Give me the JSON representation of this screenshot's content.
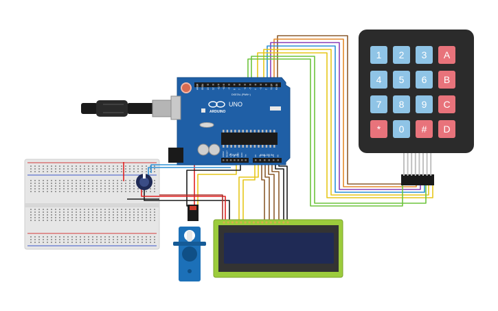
{
  "arduino": {
    "brand": "ARDUINO",
    "model": "UNO",
    "digital_label": "DIGITAL (PWM~)",
    "power_label": "POWER",
    "analog_label": "ANALOG IN",
    "digital_pins": [
      "AREF",
      "GND",
      "13",
      "12",
      "~11",
      "~10",
      "~9",
      "8",
      "7",
      "~6",
      "~5",
      "4",
      "~3",
      "2",
      "TX 1",
      "RX 0"
    ],
    "power_pins": [
      "IOREF",
      "RESET",
      "3.3V",
      "5V",
      "GND",
      "GND",
      "Vin"
    ],
    "analog_pins": [
      "A0",
      "A1",
      "A2",
      "A3",
      "A4",
      "A5"
    ],
    "icon": "infinity-logo-icon",
    "board_color": "#1f5fa6"
  },
  "keypad": {
    "keys": [
      [
        "1",
        "2",
        "3",
        "A"
      ],
      [
        "4",
        "5",
        "6",
        "B"
      ],
      [
        "7",
        "8",
        "9",
        "C"
      ],
      [
        "*",
        "0",
        "#",
        "D"
      ]
    ],
    "number_key_color": "#8fc4e6",
    "letter_key_color": "#e8737b",
    "body_color": "#2b2b2b"
  },
  "lcd": {
    "screen_color": "#1f2a55",
    "board_color": "#9ccc3c"
  },
  "servo": {
    "icon": "servo-motor-icon",
    "body_color": "#1c70b8"
  },
  "potentiometer": {
    "icon": "potentiometer-knob-icon"
  },
  "usb": {
    "icon": "usb-cable-icon"
  },
  "breadboard": {
    "rail_red": "#d43a3a",
    "rail_blue": "#3a56c9"
  },
  "wire_colors": {
    "red": "#e02020",
    "black": "#1a1a1a",
    "blue": "#2a8fd6",
    "yellow": "#e6c619",
    "green": "#6cc33c",
    "orange": "#e3892a",
    "purple": "#8a3fb8",
    "brown": "#8a5a2b",
    "darkred": "#a8302a"
  }
}
